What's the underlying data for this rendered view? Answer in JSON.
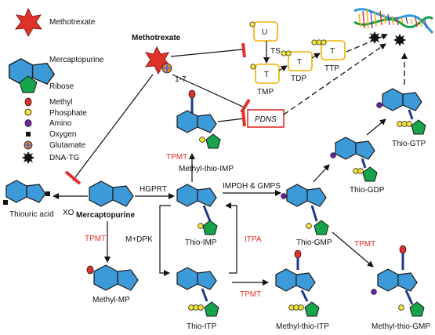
{
  "legend": {
    "methotrexate": "Methotrexate",
    "mercaptopurine": "Mercaptopurine",
    "ribose": "Ribose",
    "methyl": "Methyl",
    "phosphate": "Phosphate",
    "amino": "Amino",
    "oxygen": "Oxygen",
    "glutamate": "Glutamate",
    "dna_tg": "DNA-TG"
  },
  "colors": {
    "purine": "#3d9ad8",
    "ribose": "#16a34a",
    "methyl": "#e0302a",
    "phosphate": "#f2e23a",
    "amino": "#6b21a8",
    "glutamate": "#e8843a",
    "inhibit": "#e0302a",
    "enzyme_red": "#e0302a",
    "stem": "#1e3a8a",
    "box_border": "#f0b400"
  },
  "labels": {
    "methotrexate_top": "Methotrexate",
    "glu_count": "1-7",
    "u": "U",
    "ts": "TS",
    "t1": "T",
    "tmp": "TMP",
    "t2": "T",
    "tdp": "TDP",
    "t3": "T",
    "ttp": "TTP",
    "pdns": "PDNS",
    "tpmt_top": "TPMT",
    "methyl_thio_imp": "Methyl-thio-IMP",
    "xo": "XO",
    "thiouric_acid": "Thiouric acid",
    "mercaptopurine_main": "Mercaptopurine",
    "hgprt": "HGPRT",
    "thio_imp": "Thio-IMP",
    "impdh_gmps": "IMPDH & GMPS",
    "thio_gmp": "Thio-GMP",
    "thio_gdp": "Thio-GDP",
    "thio_gtp": "Thio-GTP",
    "tpmt_left": "TPMT",
    "methyl_mp": "Methyl-MP",
    "m_dpk": "M+DPK",
    "itpa": "ITPA",
    "thio_itp": "Thio-ITP",
    "tpmt_bottom": "TPMT",
    "methyl_thio_itp": "Methyl-thio-ITP",
    "tpmt_right": "TPMT",
    "methyl_thio_gmp": "Methyl-thio-GMP"
  }
}
